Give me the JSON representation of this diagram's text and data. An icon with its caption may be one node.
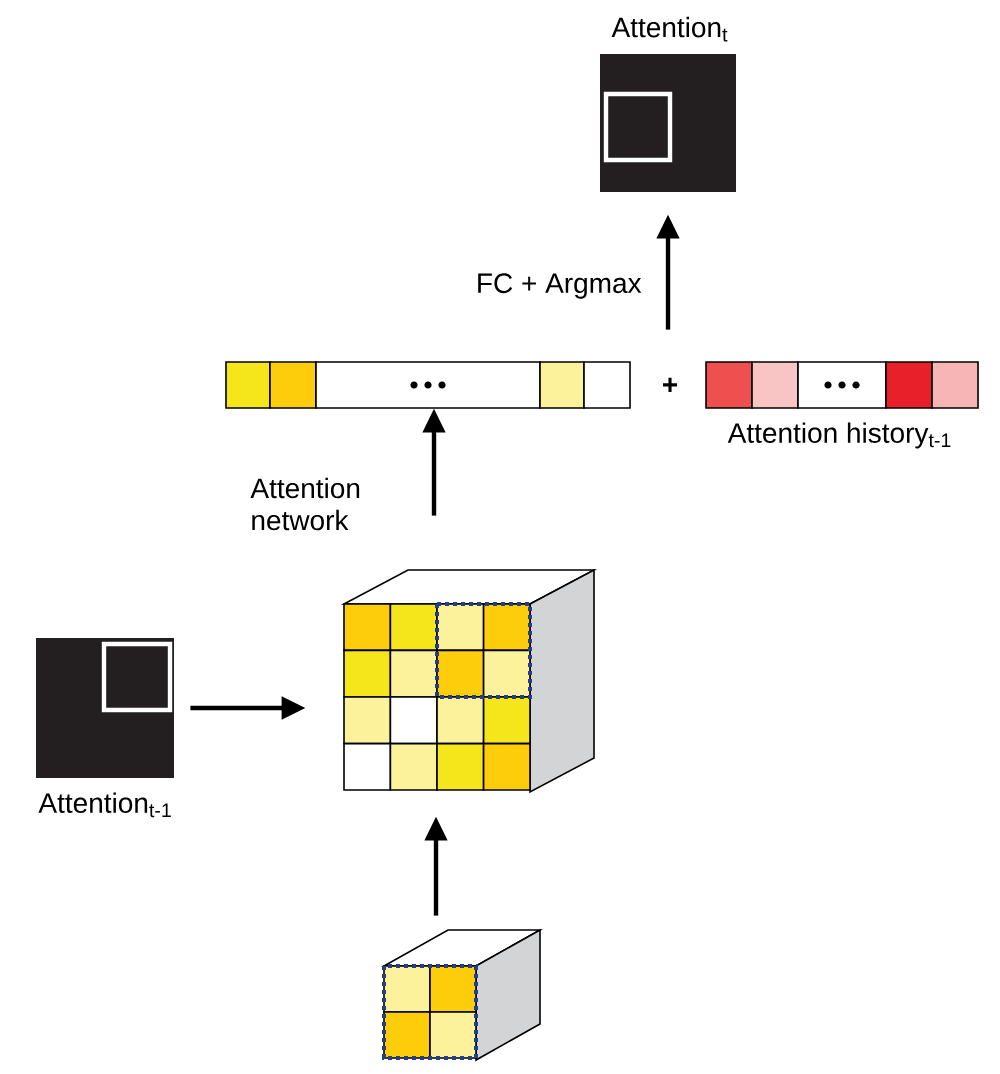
{
  "diagram": {
    "nodes": [
      {
        "text": [
          "Attention$_{t}$"
        ]
      },
      {
        "text": [],
        "shape": "bar"
      },
      {
        "text": [
          "Attention history$_{t-1}$"
        ]
      },
      {
        "text": [],
        "shape": "cube"
      },
      {
        "text": [
          "Attention$_{t-1}$"
        ]
      },
      {
        "text": [],
        "shape": "cube"
      }
    ],
    "edges": [
      {
        "from": 1,
        "to": 0,
        "arrow": "to",
        "label": "FC + Argmax"
      },
      {
        "from": 2,
        "to": 0,
        "arrow": "to"
      },
      {
        "from": 3,
        "to": 1,
        "arrow": "to",
        "label": "Attention network"
      },
      {
        "from": 4,
        "to": 3,
        "arrow": "to"
      },
      {
        "from": 5,
        "to": 3,
        "arrow": "to"
      }
    ],
    "labels": [
      "+"
    ]
  }
}
